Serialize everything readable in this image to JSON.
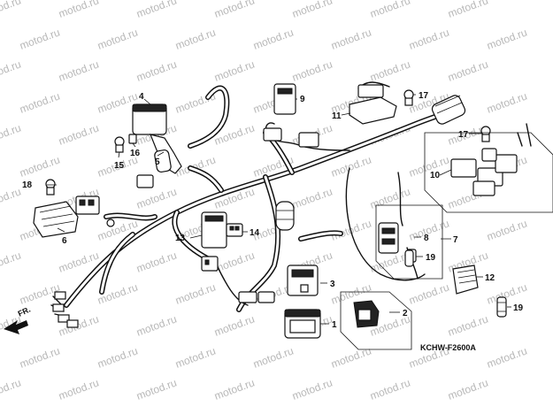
{
  "watermark": "motod.ru",
  "diagram_code": "KCHW-F2600A",
  "front_marker": "FR.",
  "callouts": [
    "1",
    "2",
    "3",
    "4",
    "5",
    "6",
    "7",
    "8",
    "9",
    "10",
    "11",
    "12",
    "13",
    "14",
    "15",
    "16",
    "17",
    "17",
    "18",
    "19",
    "19"
  ]
}
